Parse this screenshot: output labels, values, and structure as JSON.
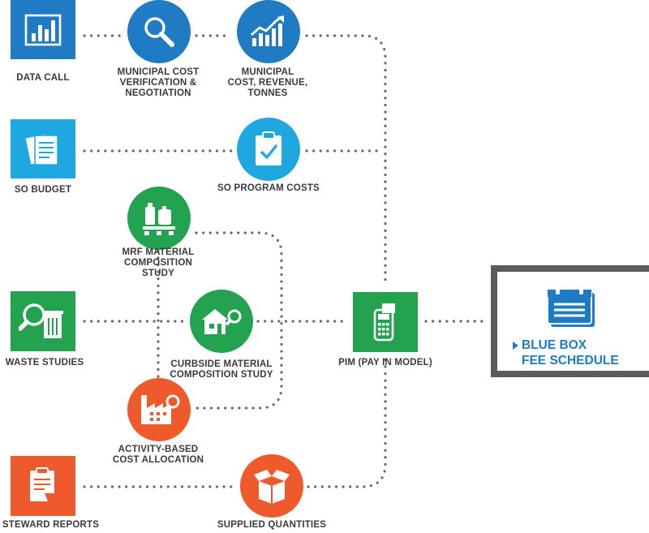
{
  "colors": {
    "blue": "#1f7bc3",
    "light_blue": "#1ea7e1",
    "green": "#23a34f",
    "orange": "#ee5a2c",
    "connector": "#6a6a6a"
  },
  "nodes": {
    "data_call": {
      "label": "DATA CALL",
      "icon": "bar-chart-icon"
    },
    "municipal_cost_verification": {
      "label": "MUNICIPAL COST\nVERIFICATION &\nNEGOTIATION",
      "icon": "magnifier-icon"
    },
    "municipal_cost_revenue": {
      "label": "MUNICIPAL\nCOST, REVENUE,\nTONNES",
      "icon": "trend-chart-icon"
    },
    "so_budget": {
      "label": "SO BUDGET",
      "icon": "documents-icon"
    },
    "so_program_costs": {
      "label": "SO PROGRAM COSTS",
      "icon": "clipboard-check-icon"
    },
    "mrf_material_study": {
      "label": "MRF MATERIAL\nCOMPOSITION\nSTUDY",
      "icon": "bottles-pallet-icon"
    },
    "waste_studies": {
      "label": "WASTE STUDIES",
      "icon": "magnifier-bin-icon"
    },
    "curbside_material_study": {
      "label": "CURBSIDE MATERIAL\nCOMPOSITION STUDY",
      "icon": "house-magnifier-icon"
    },
    "pim": {
      "label": "PIM (PAY IN MODEL)",
      "icon": "calculator-receipt-icon"
    },
    "activity_based_cost": {
      "label": "ACTIVITY-BASED\nCOST ALLOCATION",
      "icon": "factory-magnifier-icon"
    },
    "steward_reports": {
      "label": "STEWARD REPORTS",
      "icon": "report-icon"
    },
    "supplied_quantities": {
      "label": "SUPPLIED QUANTITIES",
      "icon": "box-icon"
    }
  },
  "fee_schedule": {
    "title": "BLUE BOX\nFEE SCHEDULE",
    "icon": "calendar-icon"
  }
}
